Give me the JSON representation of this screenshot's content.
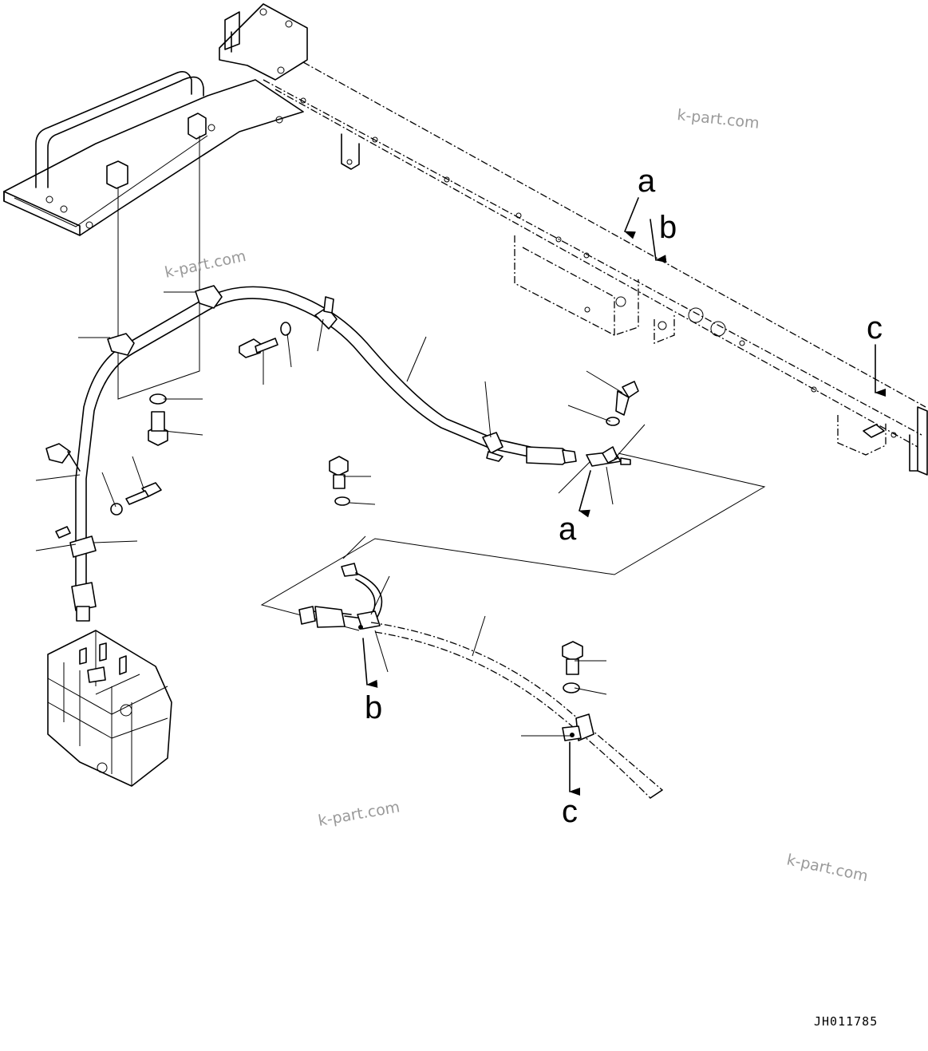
{
  "callouts": {
    "a_top": "a",
    "b_top": "b",
    "c_top": "c",
    "a_bottom": "a",
    "b_bottom": "b",
    "c_bottom": "c"
  },
  "watermarks": [
    "k-part.com",
    "k-part.com",
    "k-part.com",
    "k-part.com"
  ],
  "drawing_code": "JH011785"
}
